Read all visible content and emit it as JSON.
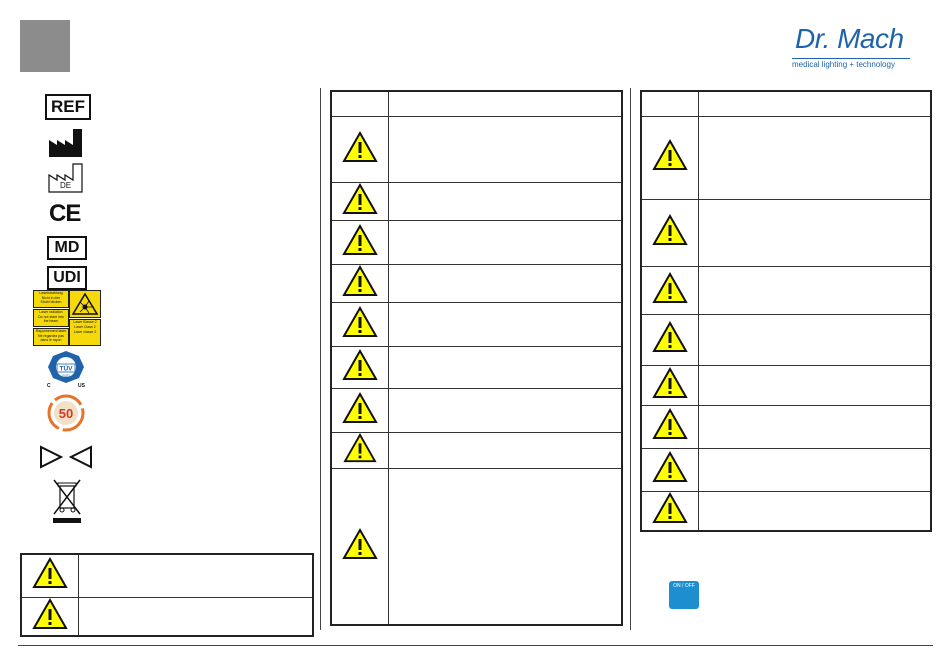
{
  "header": {
    "logo_main": "Dr. Mach",
    "logo_sub": "medical lighting + technology"
  },
  "symbols": {
    "ref_label": "REF",
    "country_code": "DE",
    "ce_mark": "CE",
    "md_label": "MD",
    "udi_label": "UDI",
    "laser_label_1": [
      "Laserstrahlung",
      "Nicht in den",
      "Strahl blicken"
    ],
    "laser_label_2": [
      "Laser radiation",
      "Do not stare into",
      "the beam"
    ],
    "laser_label_3": [
      "Rayonnement laser",
      "Ne regardez pas",
      "dans le rayon"
    ],
    "laser_label_4": [
      "Laser Klasse 2",
      "Laser Class 2",
      "Laser classe 2"
    ],
    "tuv_text": "TÜV",
    "tuv_sub": "SÜD",
    "tuv_c": "C",
    "tuv_us": "US",
    "rohs_number": "50"
  },
  "button": {
    "onoff_label": "ON / OFF"
  }
}
